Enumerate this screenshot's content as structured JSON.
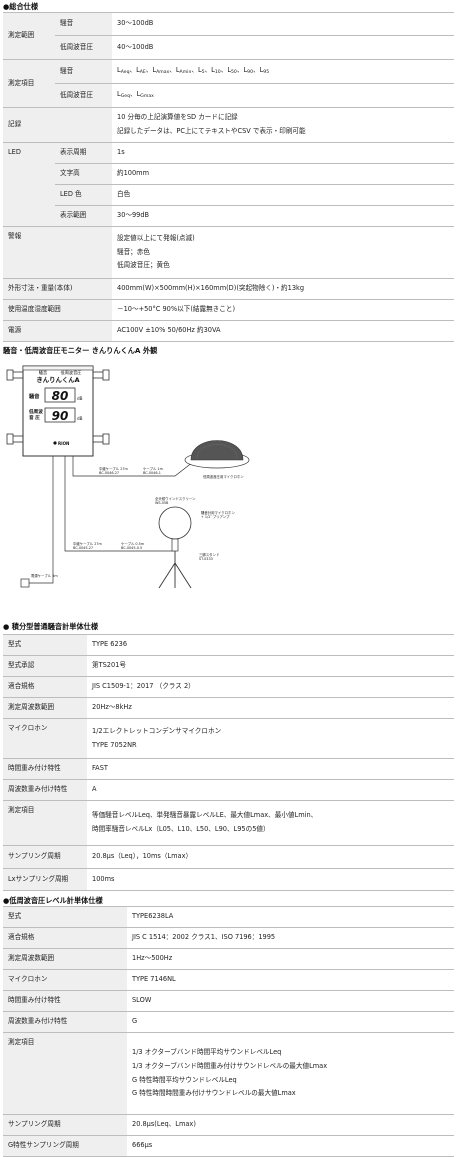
{
  "general": {
    "title": "●総合仕様",
    "rows": {
      "range_label": "測定範囲",
      "range_noise_label": "騒音",
      "range_noise_value": "30～100dB",
      "range_lf_label": "低周波音圧",
      "range_lf_value": "40～100dB",
      "items_label": "測定項目",
      "items_noise_label": "騒音",
      "items_lf_label": "低周波音圧",
      "record_label": "記録",
      "record_value_1": "10 分毎の上記演算値をSD カードに記録",
      "record_value_2": "記録したデータは、PC上にてテキストやCSV で表示・印刷可能",
      "led_label": "LED",
      "led_period_label": "表示周期",
      "led_period_value": "1s",
      "led_height_label": "文字高",
      "led_height_value": "約100mm",
      "led_color_label": "LED 色",
      "led_color_value": "白色",
      "led_range_label": "表示範囲",
      "led_range_value": "30～99dB",
      "alarm_label": "警報",
      "alarm_value_1": "設定値以上にて発報(点滅)",
      "alarm_value_2": "騒音；赤色",
      "alarm_value_3": "低周波音圧；黄色",
      "size_label": "外形寸法・重量(本体)",
      "size_value": "400mm(W)×500mm(H)×160mm(D)(突起物除く)・約13kg",
      "env_label": "使用温度湿度範囲",
      "env_value": "－10～+50°C 90%以下(結露無きこと)",
      "power_label": "電源",
      "power_value": "AC100V ±10% 50/60Hz 約30VA"
    }
  },
  "noise_items": [
    {
      "base": "L",
      "sub": "Aeq"
    },
    {
      "base": "L",
      "sub": "AE"
    },
    {
      "base": "L",
      "sub": "Amax"
    },
    {
      "base": "L",
      "sub": "Amin"
    },
    {
      "base": "L",
      "sub": "5"
    },
    {
      "base": "L",
      "sub": "10"
    },
    {
      "base": "L",
      "sub": "50"
    },
    {
      "base": "L",
      "sub": "90"
    },
    {
      "base": "L",
      "sub": "95"
    }
  ],
  "lf_items": [
    {
      "base": "L",
      "sub": "Geq"
    },
    {
      "base": "L",
      "sub": "Gmax"
    }
  ],
  "diagram": {
    "title": "騒音・低周波音圧モニター きんりんくんA 外観",
    "panel_top_left": "騒音",
    "panel_top_right": "低周波音圧",
    "panel_name": "きんりんくんA",
    "noise_label": "騒音",
    "noise_value": "80",
    "unit_1": "dB",
    "lf_label_1": "低周波",
    "lf_label_2": "音 圧",
    "lf_value": "90",
    "unit_2": "dB",
    "brand": "RION",
    "cable_1": "中継ケーブル 27m\nBC-0046-27",
    "cable_2": "ケーブル 1m\nBC-0046-1",
    "lf_mic_label": "低周波音圧用マイクロホン",
    "windscreen": "全天候ウインドスクリーン\nWS-05B",
    "mic_label": "騒音計用マイクロホン\n+ 1/2″ プリアンプ",
    "cable_3": "中継ケーブル 27m\nBC-0045-27",
    "cable_4": "ケーブル 0.5m\nBC-0045-0.5",
    "stand": "三脚スタンド\nST-0333",
    "power_cable": "電源ケーブル 5m"
  },
  "sound_meter": {
    "title": "● 積分型普通騒音計単体仕様",
    "rows": [
      {
        "label": "型式",
        "values": [
          "TYPE 6236"
        ]
      },
      {
        "label": "型式承認",
        "values": [
          "第TS201号"
        ]
      },
      {
        "label": "適合規格",
        "values": [
          "JIS C1509-1：2017 （クラス 2）"
        ]
      },
      {
        "label": "測定周波数範囲",
        "values": [
          "20Hz～8kHz"
        ]
      },
      {
        "label": "マイクロホン",
        "values": [
          "1/2エレクトレットコンデンサマイクロホン",
          "TYPE 7052NR"
        ]
      },
      {
        "label": "時間重み付け特性",
        "values": [
          "FAST"
        ]
      },
      {
        "label": "周波数重み付け特性",
        "values": [
          "A"
        ]
      },
      {
        "label": "測定項目",
        "values": [
          "等価騒音レベルLeq、単発騒音暴露レベルLE、最大値Lmax、最小値Lmin、",
          "時間率騒音レベルLx（L05、L10、L50、L90、L95の5値）"
        ]
      },
      {
        "label": "サンプリング周期",
        "values": [
          "20.8μs（Leq），10ms（Lmax）"
        ]
      },
      {
        "label": "Lxサンプリング周期",
        "values": [
          "100ms"
        ]
      }
    ]
  },
  "lf_meter": {
    "title": "●低周波音圧レベル計単体仕様",
    "rows": [
      {
        "label": "型式",
        "values": [
          "TYPE6238LA"
        ]
      },
      {
        "label": "適合規格",
        "values": [
          "JIS C 1514：2002 クラス1、ISO 7196：1995"
        ]
      },
      {
        "label": "測定周波数範囲",
        "values": [
          "1Hz～500Hz"
        ]
      },
      {
        "label": "マイクロホン",
        "values": [
          "TYPE 7146NL"
        ]
      },
      {
        "label": "時間重み付け特性",
        "values": [
          "SLOW"
        ]
      },
      {
        "label": "周波数重み付け特性",
        "values": [
          "G"
        ]
      },
      {
        "label": "測定項目",
        "values": [
          "1/3 オクターブバンド時間平均サウンドレベルLeq",
          "1/3 オクターブバンド時間重み付けサウンドレベルの最大値Lmax",
          "G 特性時間平均サウンドレベルLeq",
          "G 特性時間時間重み付けサウンドレベルの最大値Lmax"
        ]
      },
      {
        "label": "サンプリング周期",
        "values": [
          "20.8μs(Leq、Lmax)"
        ]
      },
      {
        "label": "G特性サンプリング周期",
        "values": [
          "666μs"
        ]
      }
    ]
  }
}
